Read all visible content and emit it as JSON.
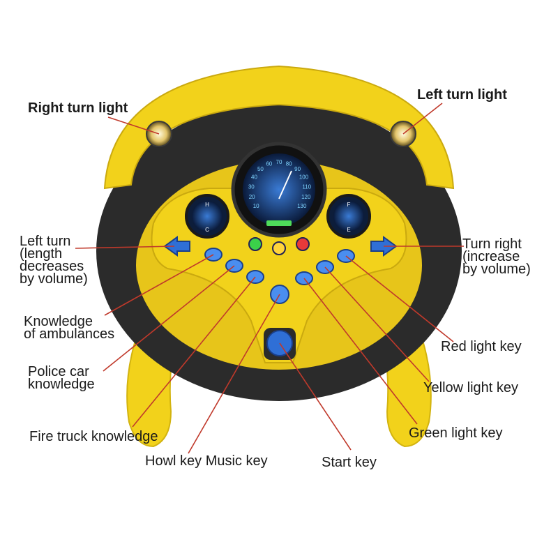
{
  "colors": {
    "wheel_yellow": "#f2d21b",
    "wheel_black": "#2b2b2b",
    "leader_red": "#c0392b",
    "button_blue": "#2f6fd6",
    "dial_black": "#111111",
    "dial_glow": "#2aa8ff"
  },
  "labels": {
    "right_turn_light": "Right turn light",
    "left_turn_light": "Left turn light",
    "left_turn": [
      "Left turn",
      "(length",
      "decreases",
      "by volume)"
    ],
    "turn_right": [
      "Turn right",
      "(increase",
      "by volume)"
    ],
    "ambulance": [
      "Knowledge",
      "of ambulances"
    ],
    "police": [
      "Police car",
      "knowledge"
    ],
    "fire_truck": "Fire truck knowledge",
    "howl_music": "Howl key Music key",
    "start_key": "Start key",
    "red_light_key": "Red light key",
    "yellow_light_key": "Yellow light key",
    "green_light_key": "Green light key"
  },
  "speedometer": {
    "ticks": [
      "10",
      "20",
      "30",
      "40",
      "50",
      "60",
      "70",
      "80",
      "90",
      "100",
      "110",
      "120",
      "130"
    ],
    "small_dial_left": [
      "H",
      "C"
    ],
    "small_dial_right": [
      "F",
      "E"
    ]
  }
}
